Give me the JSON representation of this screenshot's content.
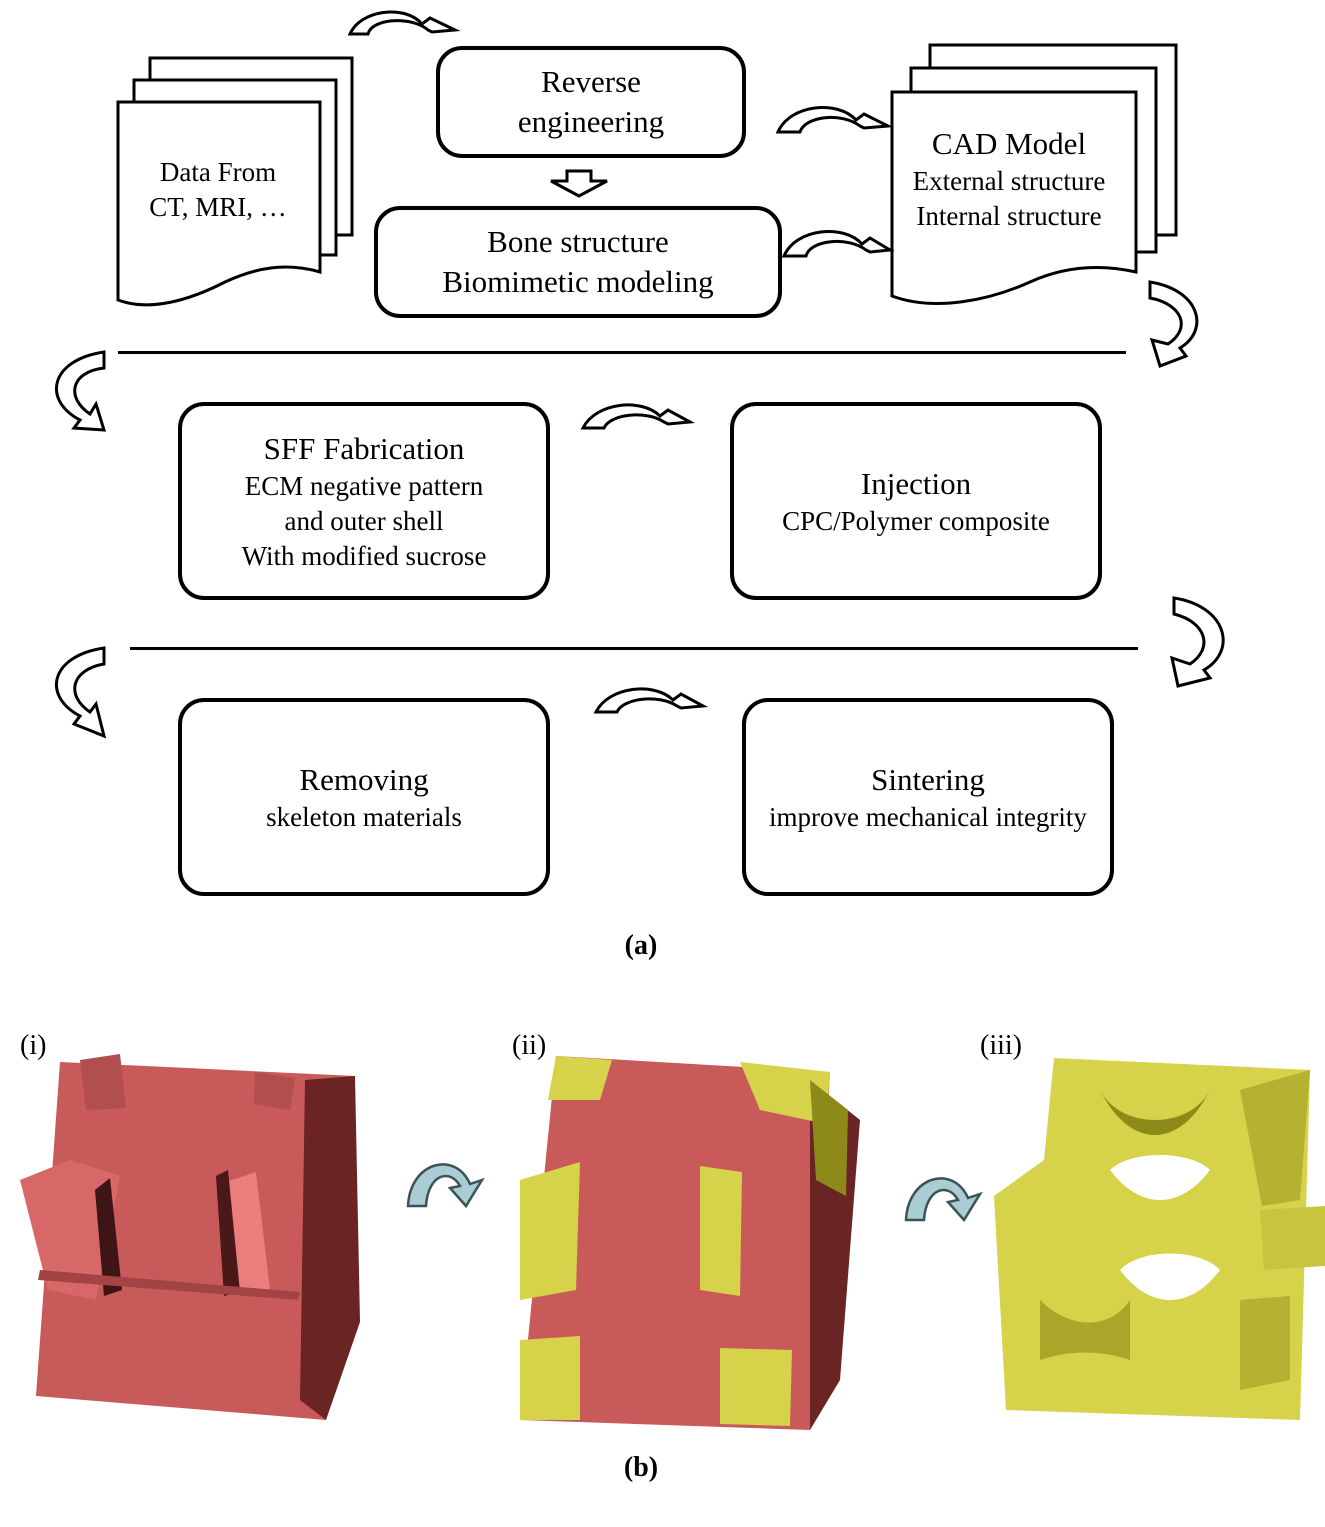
{
  "part_a": {
    "data_doc": {
      "line1": "Data From",
      "line2": "CT, MRI, …"
    },
    "reverse": {
      "line1": "Reverse",
      "line2": "engineering"
    },
    "bone": {
      "line1": "Bone structure",
      "line2": "Biomimetic modeling"
    },
    "cad": {
      "title": "CAD Model",
      "line1": "External structure",
      "line2": "Internal structure"
    },
    "sff": {
      "title": "SFF Fabrication",
      "line1": "ECM negative pattern",
      "line2": "and outer shell",
      "line3": "With modified sucrose"
    },
    "injection": {
      "title": "Injection",
      "line1": "CPC/Polymer composite"
    },
    "removing": {
      "title": "Removing",
      "line1": "skeleton materials"
    },
    "sintering": {
      "title": "Sintering",
      "line1": "improve mechanical integrity"
    },
    "caption": "(a)"
  },
  "part_b": {
    "labels": [
      "(i)",
      "(ii)",
      "(iii)"
    ],
    "caption": "(b)",
    "colors": {
      "red_face": "#c85a5a",
      "red_dark": "#6b2424",
      "yellow": "#d6d24a",
      "yellow_dark": "#8d8a1a",
      "arrow_fill": "#a9cdd3"
    }
  }
}
